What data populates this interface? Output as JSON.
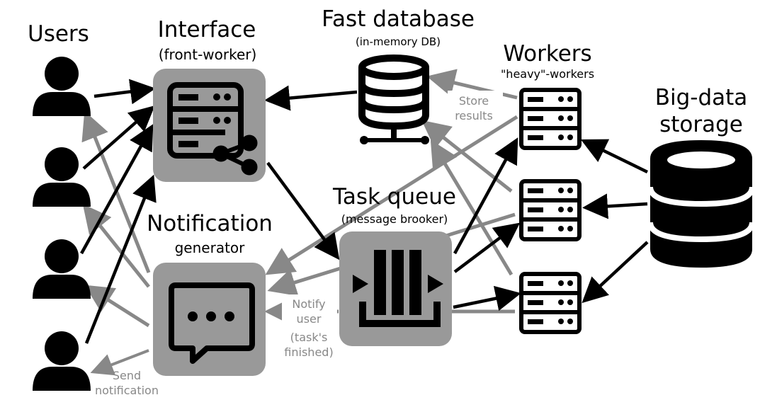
{
  "nodes": {
    "users": {
      "title": "Users"
    },
    "interface": {
      "title": "Interface",
      "subtitle": "(front-worker)"
    },
    "fast_db": {
      "title": "Fast database",
      "subtitle": "(in-memory DB)"
    },
    "workers": {
      "title": "Workers",
      "subtitle": "\"heavy\"-workers"
    },
    "big_data": {
      "title_line1": "Big-data",
      "title_line2": "storage"
    },
    "task_queue": {
      "title": "Task queue",
      "subtitle": "(message brooker)"
    },
    "notification": {
      "title": "Notification",
      "subtitle": "generator"
    }
  },
  "edge_labels": {
    "store_results": [
      "Store",
      "results"
    ],
    "notify_user": [
      "Notify",
      "user",
      "(task's",
      "finished)"
    ],
    "send_notification": [
      "Send",
      "notification"
    ]
  },
  "colors": {
    "black_arrow": "#000000",
    "gray_arrow": "#888888",
    "box_fill": "#999999",
    "icon": "#000000"
  },
  "icons": {
    "user": "user-icon",
    "server": "server-icon",
    "share": "share-icon",
    "database": "database-icon",
    "queue": "queue-icon",
    "chat": "chat-bubble-icon",
    "storage": "storage-icon"
  }
}
